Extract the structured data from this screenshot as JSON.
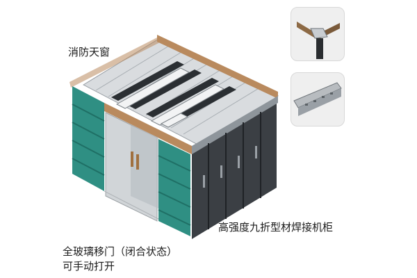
{
  "labels": {
    "skylight": "消防天窗",
    "cabinet": "高强度九折型材焊接机柜",
    "door_line1": "全玻璃移门（闭合状态）",
    "door_line2": "可手动打开"
  },
  "colors": {
    "teal_panel": "#2f8f83",
    "wood_trim": "#b98a5e",
    "cabinet_dark": "#3b3f44",
    "roof_light": "#d9dcdf",
    "beam_dark": "#2b2f33",
    "glass": "#c9ced2"
  },
  "icons": [
    "corner-joint-detail-image",
    "profile-rail-detail-image"
  ]
}
